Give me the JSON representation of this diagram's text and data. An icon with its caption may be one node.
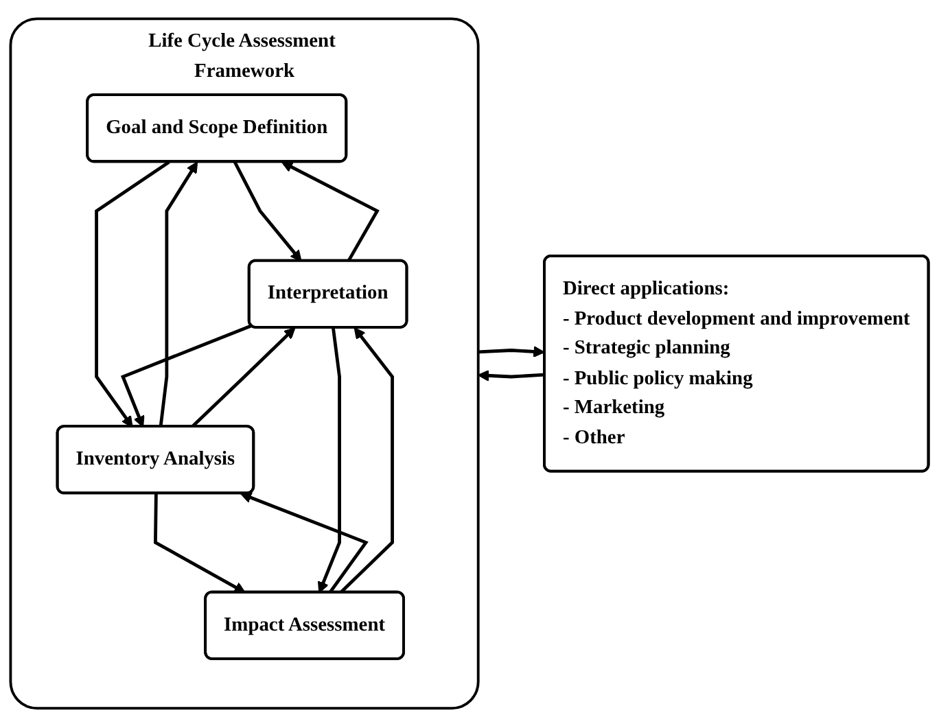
{
  "diagram": {
    "nodes": [
      {
        "text": [
          "Life Cycle Assessment Framework"
        ]
      },
      {
        "text": [
          "Goal and Scope Definition"
        ],
        "in": 0
      },
      {
        "text": [
          "Inventory Analysis"
        ],
        "in": 0
      },
      {
        "text": [
          "Impact Assessment"
        ],
        "in": 0
      },
      {
        "text": [
          "Interpretation"
        ],
        "in": 0
      },
      {
        "text": [
          "Direct applications:",
          "- Product development and improvement",
          "- Strategic planning",
          "- Public policy making",
          "- Marketing",
          "- Other"
        ]
      }
    ],
    "edges": [
      {
        "from": 1,
        "to": 4,
        "arrow": "to"
      },
      {
        "from": 4,
        "to": 1,
        "arrow": "to"
      },
      {
        "from": 1,
        "to": 2,
        "arrow": "to"
      },
      {
        "from": 2,
        "to": 1,
        "arrow": "to"
      },
      {
        "from": 2,
        "to": 4,
        "arrow": "to"
      },
      {
        "from": 4,
        "to": 2,
        "arrow": "to"
      },
      {
        "from": 2,
        "to": 3,
        "arrow": "to"
      },
      {
        "from": 3,
        "to": 2,
        "arrow": "to"
      },
      {
        "from": 3,
        "to": 4,
        "arrow": "to"
      },
      {
        "from": 4,
        "to": 3,
        "arrow": "to"
      },
      {
        "from": 0,
        "to": 5,
        "arrow": "to"
      },
      {
        "from": 5,
        "to": 0,
        "arrow": "to"
      }
    ]
  }
}
